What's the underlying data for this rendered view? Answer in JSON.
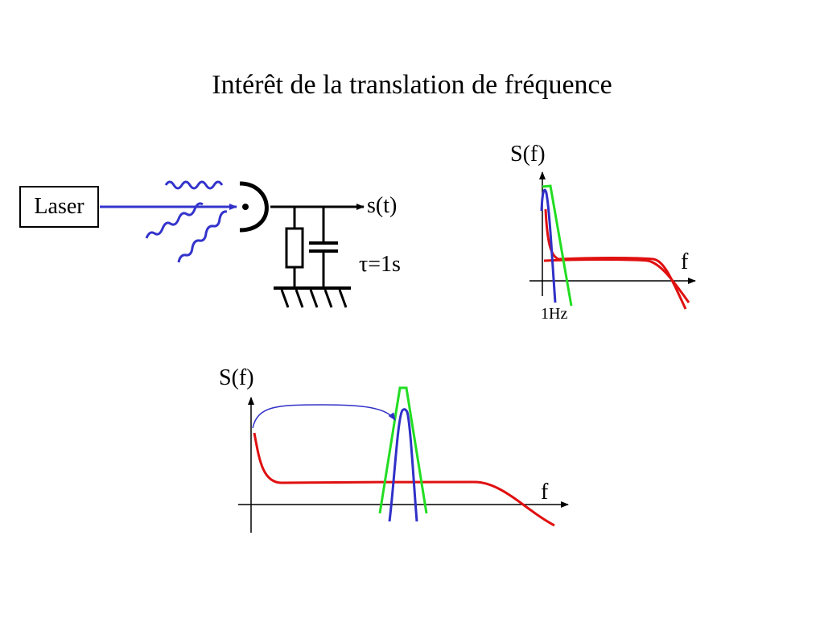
{
  "slide": {
    "title": "Intérêt de la translation de fréquence"
  },
  "circuit": {
    "laser_label": "Laser",
    "output_label": "s(t)",
    "time_constant_label": "τ=1s"
  },
  "top_plot": {
    "y_label": "S(f)",
    "x_label": "f",
    "tick_label": "1Hz"
  },
  "bottom_plot": {
    "y_label": "S(f)",
    "x_label": "f"
  },
  "colors": {
    "beam": "#3333cc",
    "noise": "#e01010",
    "signal": "#3030c8",
    "filter": "#22dd22",
    "wire": "#000000"
  }
}
